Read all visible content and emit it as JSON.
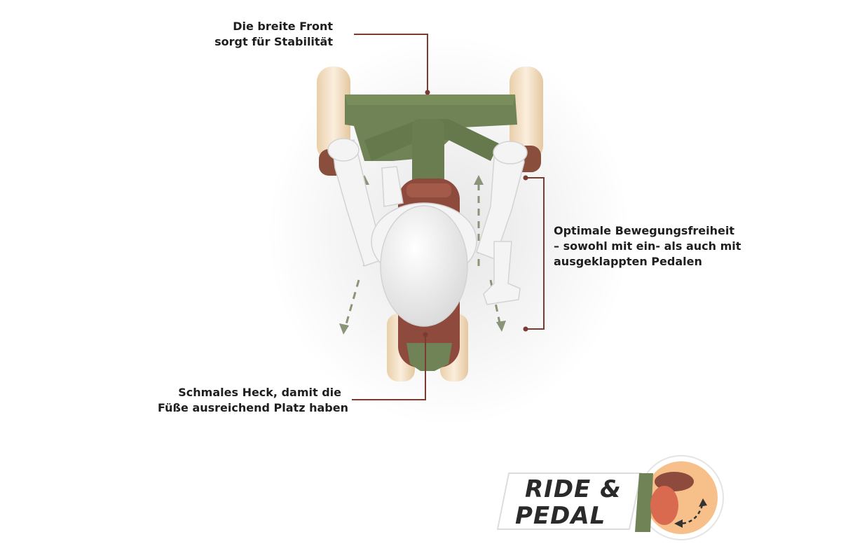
{
  "callouts": {
    "front": {
      "line1": "Die breite Front",
      "line2": "sorgt für Stabilität"
    },
    "side": {
      "line1": "Optimale Bewegungsfreiheit",
      "line2": "– sowohl mit ein- als auch mit",
      "line3": "ausgeklappten Pedalen"
    },
    "rear": {
      "line1": "Schmales Heck, damit die",
      "line2": "Füße ausreichend Platz haben"
    }
  },
  "badge": {
    "line1": "RIDE &",
    "line2": "PEDAL"
  },
  "colors": {
    "leader": "#7a3b30",
    "frame": "#6f8356",
    "wheel": "#f1dcc0",
    "grip": "#8a4f3c",
    "seat": "#8e4a3c",
    "figure": "#f4f4f4",
    "arrow": "#8a9478",
    "badge_orange": "#f7c08a"
  }
}
